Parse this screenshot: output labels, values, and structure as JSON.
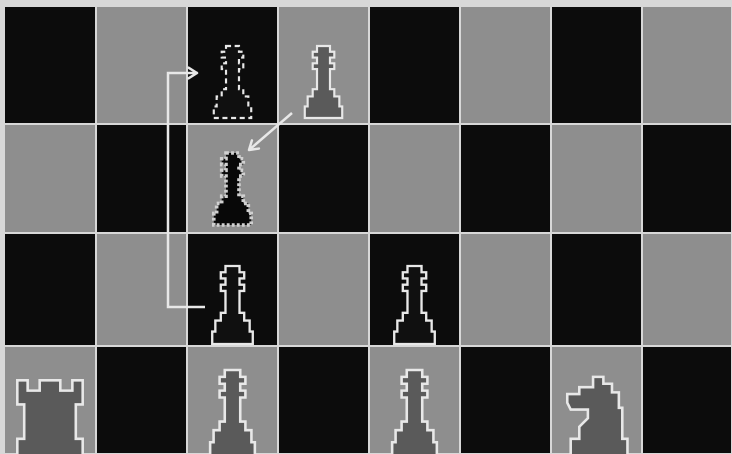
{
  "board": {
    "light_color": "#8e8e8e",
    "dark_color": "#0c0c0c",
    "line_color": "#d8d8d8",
    "visible_rows": 4,
    "visible_cols": 8,
    "pattern": [
      [
        "dark",
        "light",
        "dark",
        "light",
        "dark",
        "light",
        "dark",
        "light"
      ],
      [
        "light",
        "dark",
        "light",
        "dark",
        "light",
        "dark",
        "light",
        "dark"
      ],
      [
        "dark",
        "light",
        "dark",
        "light",
        "dark",
        "light",
        "dark",
        "light"
      ],
      [
        "light",
        "dark",
        "light",
        "dark",
        "light",
        "dark",
        "light",
        "dark"
      ]
    ]
  },
  "pieces": [
    {
      "id": "pawn-ghost-origin",
      "type": "pawn",
      "row": 0,
      "col": 2,
      "style": "dashed-outline",
      "color": "#101010",
      "outline": "#e8e8e8"
    },
    {
      "id": "pawn-black-enemy",
      "type": "pawn",
      "row": 0,
      "col": 3,
      "style": "solid",
      "color": "#5a5a5a",
      "outline": "#e8e8e8"
    },
    {
      "id": "pawn-captured-marker",
      "type": "pawn",
      "row": 1,
      "col": 2,
      "style": "dotted-bold",
      "color": "#080808",
      "outline": "#d0d0d0"
    },
    {
      "id": "pawn-moving",
      "type": "pawn",
      "row": 2,
      "col": 2,
      "style": "solid",
      "color": "#101010",
      "outline": "#e8e8e8"
    },
    {
      "id": "pawn-row2-col4",
      "type": "pawn",
      "row": 2,
      "col": 4,
      "style": "solid",
      "color": "#101010",
      "outline": "#e8e8e8"
    },
    {
      "id": "rook-white",
      "type": "rook",
      "row": 3,
      "col": 0,
      "style": "solid",
      "color": "#5a5a5a",
      "outline": "#e8e8e8"
    },
    {
      "id": "pawn-row3-col2",
      "type": "pawn",
      "row": 3,
      "col": 2,
      "style": "solid",
      "color": "#5a5a5a",
      "outline": "#e8e8e8"
    },
    {
      "id": "pawn-row3-col4",
      "type": "pawn",
      "row": 3,
      "col": 4,
      "style": "solid",
      "color": "#5a5a5a",
      "outline": "#e8e8e8"
    },
    {
      "id": "knight-white",
      "type": "knight",
      "row": 3,
      "col": 6,
      "style": "solid",
      "color": "#5a5a5a",
      "outline": "#e8e8e8"
    }
  ],
  "arrows": [
    {
      "id": "move-path-arrow",
      "kind": "bracket",
      "color": "#e8e8e8",
      "from": {
        "row": 2,
        "col": 2
      },
      "to": {
        "row": 0,
        "col": 2
      }
    },
    {
      "id": "capture-arrow",
      "kind": "diagonal",
      "color": "#e8e8e8",
      "from": {
        "row": 0,
        "col": 3
      },
      "to": {
        "row": 1,
        "col": 2
      }
    }
  ]
}
